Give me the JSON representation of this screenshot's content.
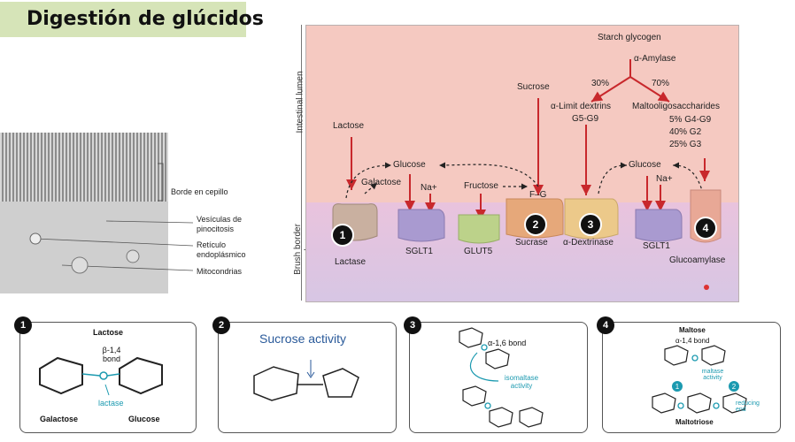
{
  "title": "Digestión de glúcidos",
  "micrograph": {
    "labels": [
      "Borde en cepillo",
      "Vesículas de pinocitosis",
      "Retículo endoplásmico",
      "Mitocondrias"
    ]
  },
  "diagram": {
    "side_labels": {
      "lumen": "Intestinal lumen",
      "brush_border": "Brush border membrane"
    },
    "starch": "Starch glycogen",
    "amylase": "α-Amylase",
    "pct_left": "30%",
    "pct_right": "70%",
    "limit_dextrins": "α-Limit dextrins",
    "g5g9": "G5-G9",
    "maltooligo": "Maltooligosaccharides",
    "maltooligo_lines": [
      "5% G4-G9",
      "40% G2",
      "25% G3"
    ],
    "sucrose": "Sucrose",
    "lactose": "Lactose",
    "fructose": "Fructose",
    "glucose_left": "Glucose",
    "glucose_right": "Glucose",
    "galactose": "Galactose",
    "na_left": "Na+",
    "na_right": "Na+",
    "fg": "F–G",
    "enzymes": [
      "Lactase",
      "SGLT1",
      "GLUT5",
      "Sucrase",
      "α-Dextrinase",
      "SGLT1",
      "Glucoamylase"
    ],
    "numbers": [
      "1",
      "2",
      "3",
      "4"
    ],
    "colors": {
      "lumen": "#f5c9c1",
      "membrane": "#d7c6e4",
      "arrow": "#c8282c"
    }
  },
  "panels": [
    {
      "num": "1",
      "title": "Lactose",
      "bond": "β-1,4 bond",
      "left": "Galactose",
      "right": "Glucose",
      "enzyme": "lactase"
    },
    {
      "num": "2",
      "title": "Sucrose activity"
    },
    {
      "num": "3",
      "bond": "α-1,6 bond",
      "enzyme": "isomaltase activity"
    },
    {
      "num": "4",
      "title": "Maltose",
      "bond": "α-1,4 bond",
      "enzyme": "maltase activity",
      "product": "reducing end",
      "bottom": "Maltotriose"
    }
  ]
}
